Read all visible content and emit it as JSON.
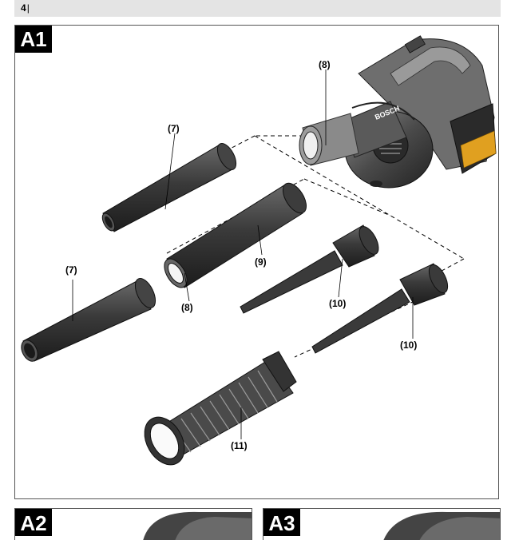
{
  "header": {
    "page_number": "4",
    "separator": "|"
  },
  "figures": {
    "a1": {
      "tag": "A1"
    },
    "a2": {
      "tag": "A2"
    },
    "a3": {
      "tag": "A3"
    }
  },
  "callouts": {
    "cap_top": "(8)",
    "nozzle_upper": "(7)",
    "nozzle_lower": "(7)",
    "extension_tube": "(9)",
    "cap_tube": "(8)",
    "crevice_upper": "(10)",
    "crevice_lower": "(10)",
    "hose": "(11)"
  },
  "logo": {
    "brand": "BOSCH"
  },
  "colors": {
    "part": "#3a3a3a",
    "part_dark": "#1e1e1e",
    "header_bg": "#e4e4e4"
  }
}
